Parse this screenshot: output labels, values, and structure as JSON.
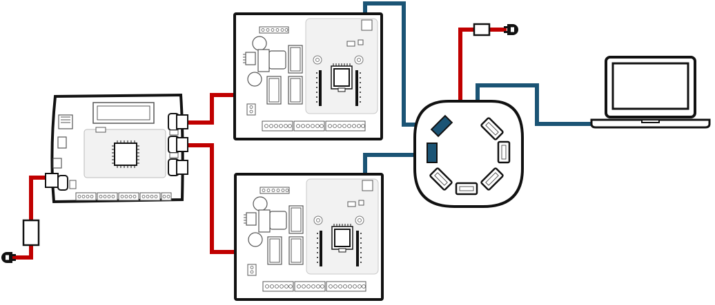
{
  "diagram": {
    "colors": {
      "power_cable": "#c00000",
      "data_cable": "#1b5475",
      "outline": "#111111",
      "board_fill": "#ffffff",
      "module_fill": "#f2f2f2",
      "port_fill": "#1b5475"
    },
    "nodes": [
      {
        "id": "main-controller-board",
        "icon": "circuit-board-icon"
      },
      {
        "id": "io-expansion-board-top",
        "icon": "circuit-board-icon"
      },
      {
        "id": "io-expansion-board-bottom",
        "icon": "circuit-board-icon"
      },
      {
        "id": "usb-hub",
        "icon": "usb-hub-icon",
        "ports": 7
      },
      {
        "id": "laptop",
        "icon": "laptop-icon"
      },
      {
        "id": "power-supply-main",
        "icon": "power-plug-icon"
      },
      {
        "id": "power-supply-hub",
        "icon": "power-plug-icon"
      }
    ],
    "connections": [
      {
        "from": "power-supply-main",
        "to": "main-controller-board",
        "type": "power"
      },
      {
        "from": "main-controller-board",
        "to": "io-expansion-board-top",
        "type": "power"
      },
      {
        "from": "main-controller-board",
        "to": "io-expansion-board-bottom",
        "type": "power"
      },
      {
        "from": "io-expansion-board-top",
        "to": "usb-hub",
        "type": "data"
      },
      {
        "from": "io-expansion-board-bottom",
        "to": "usb-hub",
        "type": "data"
      },
      {
        "from": "power-supply-hub",
        "to": "usb-hub",
        "type": "power"
      },
      {
        "from": "usb-hub",
        "to": "laptop",
        "type": "data"
      }
    ]
  }
}
